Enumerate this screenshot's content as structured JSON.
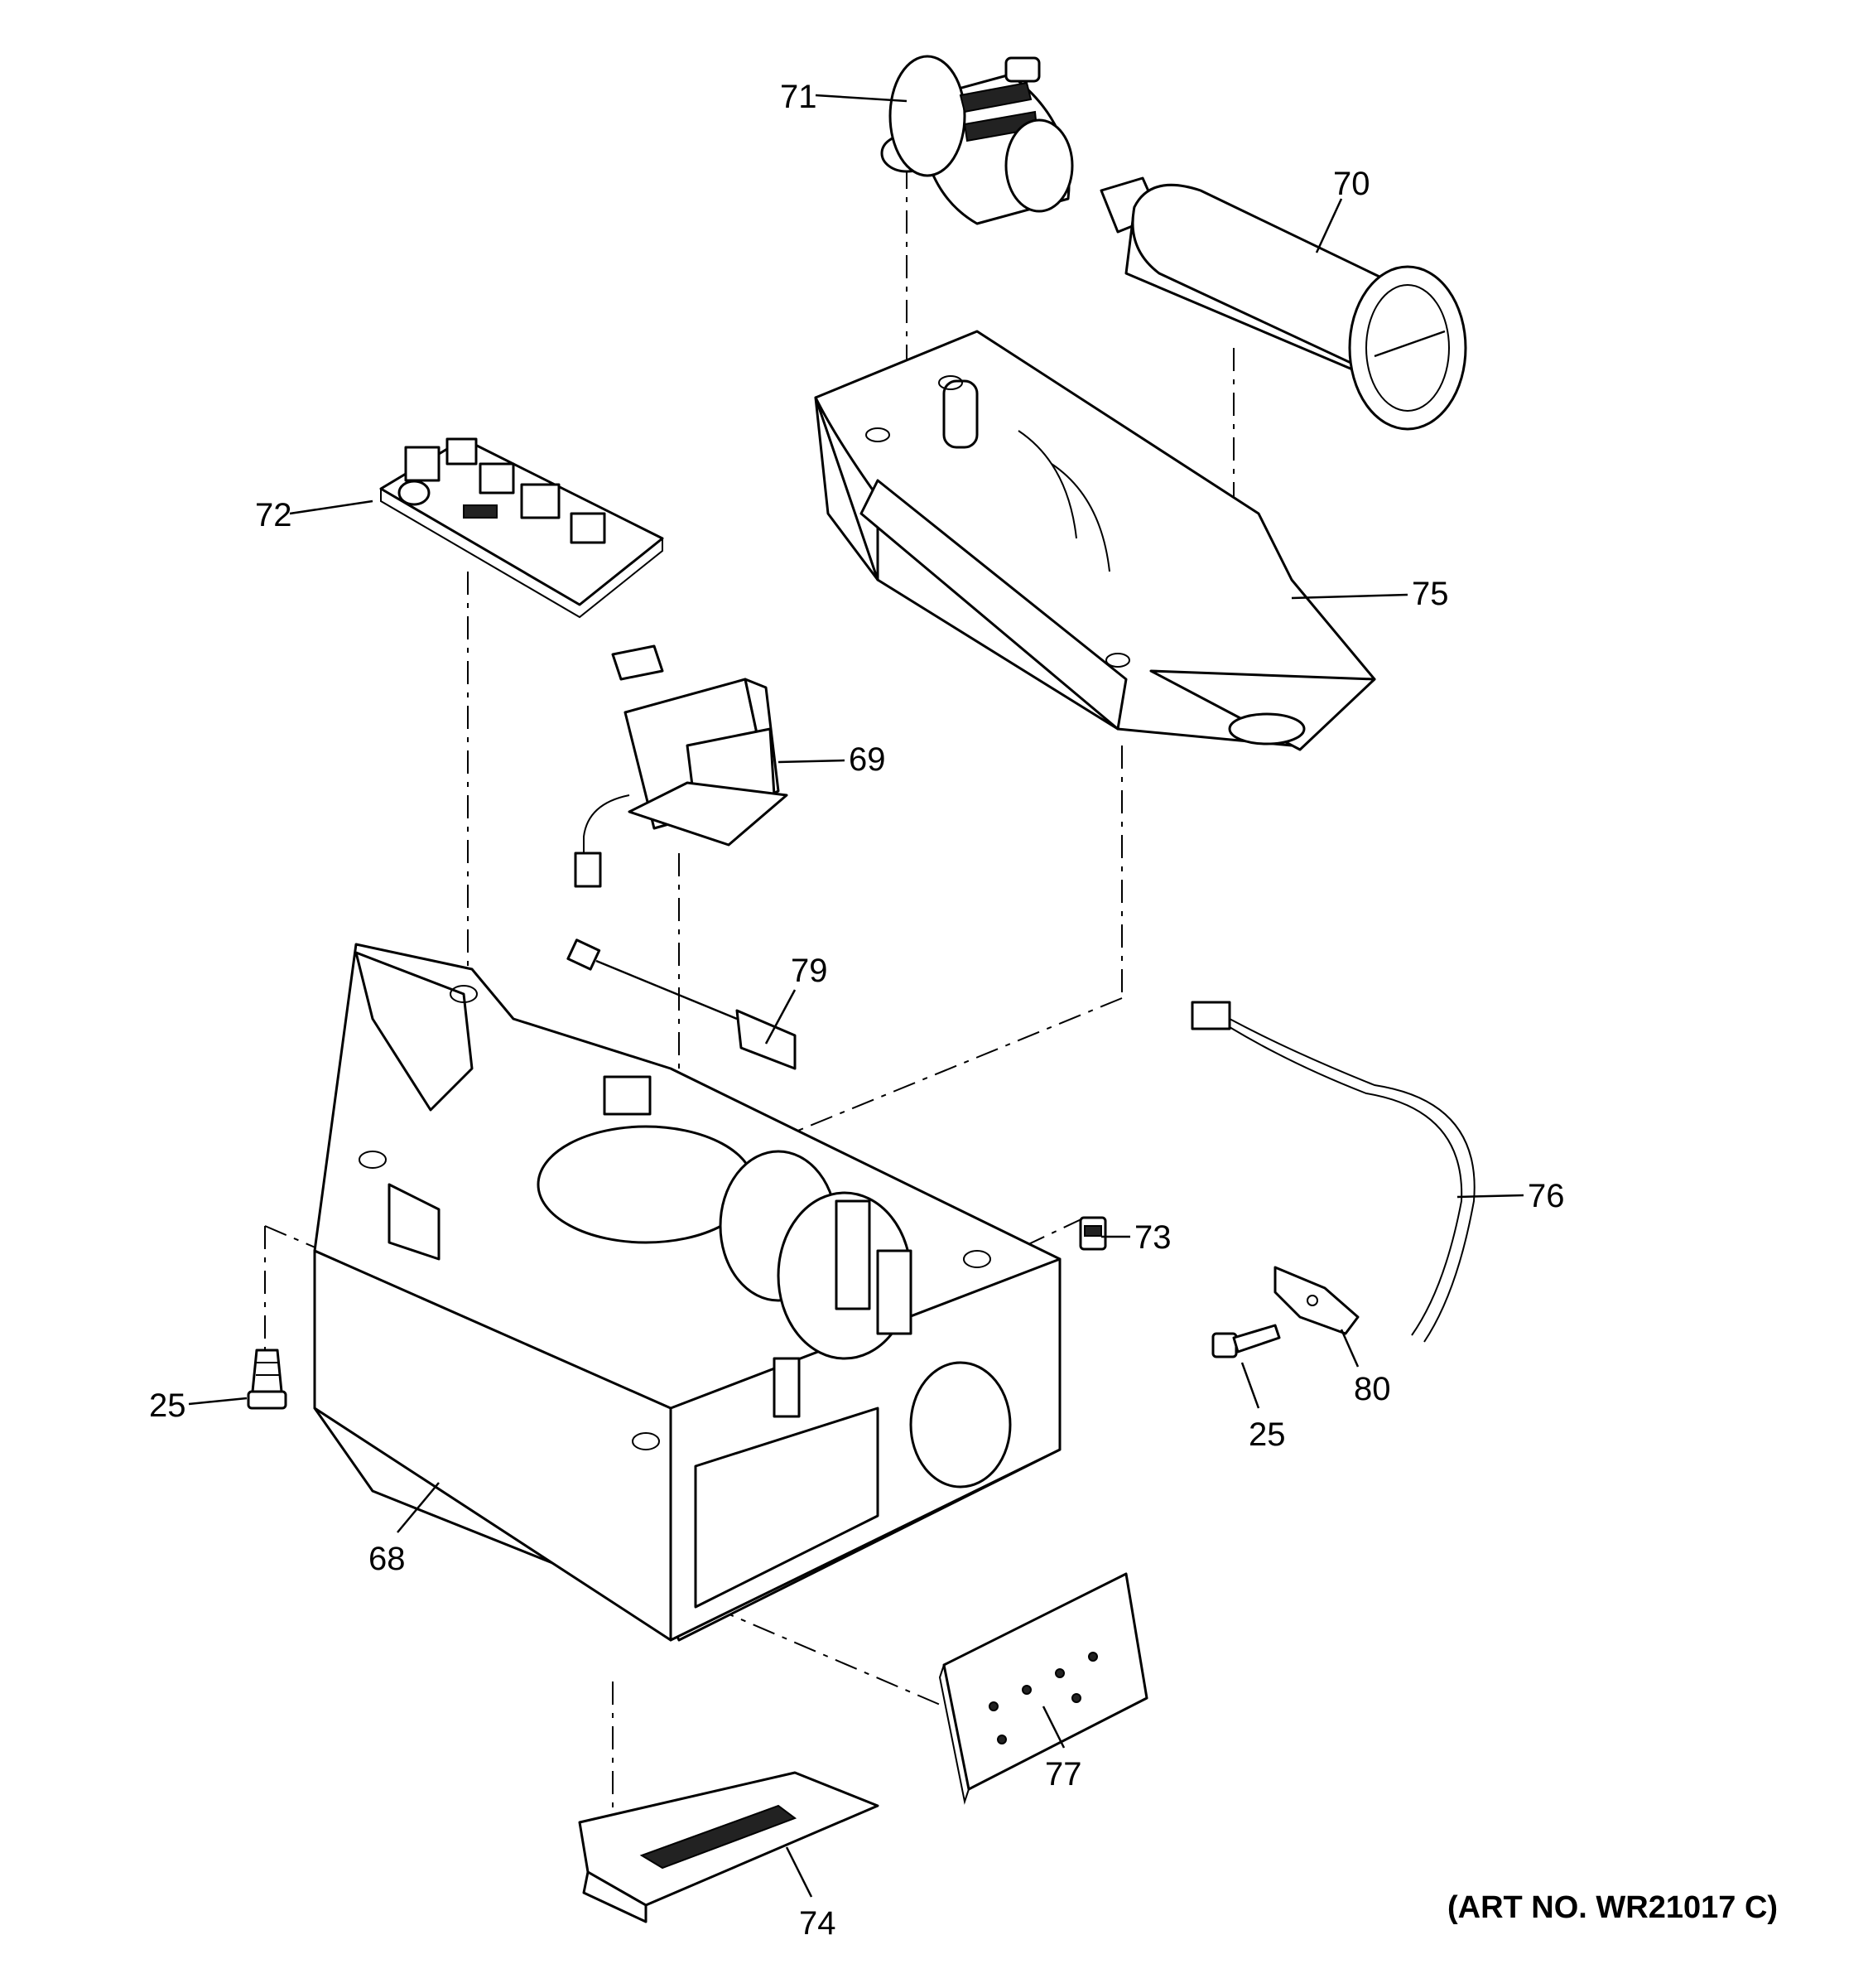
{
  "diagram": {
    "art_number": "(ART NO. WR21017 C)",
    "callouts": {
      "c71": "71",
      "c70": "70",
      "c72": "72",
      "c75": "75",
      "c69": "69",
      "c79": "79",
      "c76": "76",
      "c73": "73",
      "c25a": "25",
      "c25b": "25",
      "c80": "80",
      "c68": "68",
      "c77": "77",
      "c74": "74"
    }
  }
}
